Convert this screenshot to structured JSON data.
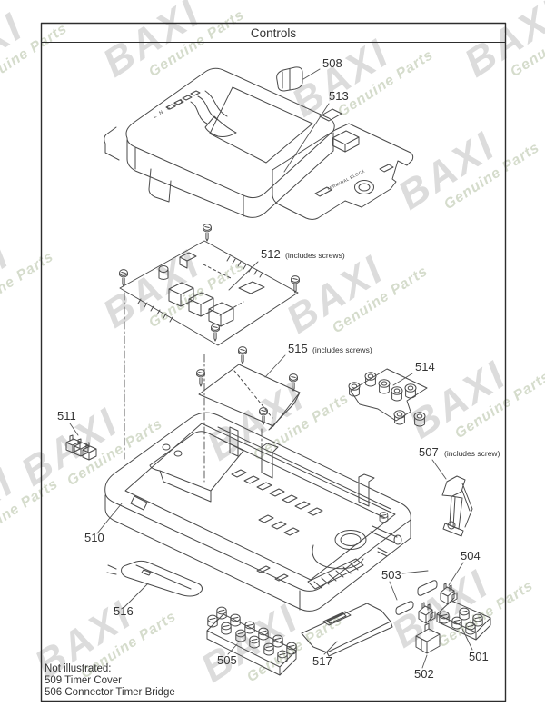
{
  "window": {
    "title": "Controls"
  },
  "watermark": {
    "brand": "BAXI",
    "tagline": "Genuine Parts"
  },
  "parts": {
    "p501": {
      "num": "501",
      "note": ""
    },
    "p502": {
      "num": "502",
      "note": ""
    },
    "p503": {
      "num": "503",
      "note": ""
    },
    "p504": {
      "num": "504",
      "note": ""
    },
    "p505": {
      "num": "505",
      "note": ""
    },
    "p507": {
      "num": "507",
      "note": "(includes screw)"
    },
    "p508": {
      "num": "508",
      "note": ""
    },
    "p510": {
      "num": "510",
      "note": ""
    },
    "p511": {
      "num": "511",
      "note": ""
    },
    "p512": {
      "num": "512",
      "note": "(includes screws)"
    },
    "p513": {
      "num": "513",
      "note": ""
    },
    "p514": {
      "num": "514",
      "note": ""
    },
    "p515": {
      "num": "515",
      "note": "(includes screws)"
    },
    "p516": {
      "num": "516",
      "note": ""
    },
    "p517": {
      "num": "517",
      "note": ""
    }
  },
  "micro": {
    "plate_text": "TERMINAL BLOCK",
    "cover_markings": "L N ⏚ 1 2"
  },
  "footer": {
    "line1": "Not illustrated:",
    "line2": "509 Timer Cover",
    "line3": "506 Connector Timer Bridge"
  }
}
